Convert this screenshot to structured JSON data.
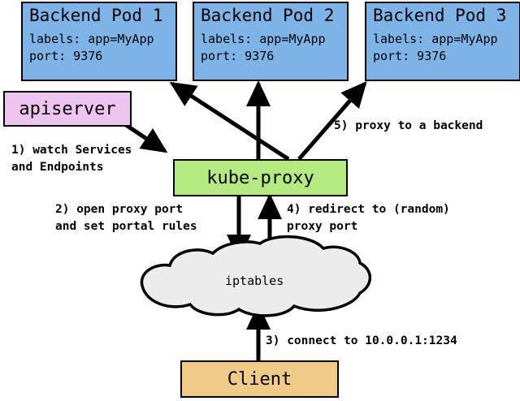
{
  "diagram": {
    "title": "kube-proxy service proxying flow",
    "colors": {
      "pod_fill": "#7eb3e8",
      "apiserver_fill": "#edc5f0",
      "kubeproxy_fill": "#b5ea82",
      "client_fill": "#f0ca87",
      "cloud_fill": "#ececec",
      "stroke": "#000000",
      "background": "#ffffff"
    },
    "pods": [
      {
        "name": "pod-1",
        "title": "Backend Pod 1",
        "labels_line": "labels: app=MyApp",
        "port_line": "port: 9376"
      },
      {
        "name": "pod-2",
        "title": "Backend Pod 2",
        "labels_line": "labels: app=MyApp",
        "port_line": "port: 9376"
      },
      {
        "name": "pod-3",
        "title": "Backend Pod 3",
        "labels_line": "labels: app=MyApp",
        "port_line": "port: 9376"
      }
    ],
    "apiserver": {
      "label": "apiserver"
    },
    "kubeproxy": {
      "label": "kube-proxy"
    },
    "iptables": {
      "label": "iptables"
    },
    "client": {
      "label": "Client"
    },
    "steps": [
      {
        "id": "step-1",
        "line1": "1) watch Services",
        "line2": "and Endpoints"
      },
      {
        "id": "step-2",
        "line1": "2) open proxy port",
        "line2": "and set portal rules"
      },
      {
        "id": "step-3",
        "line1": "3) connect to 10.0.0.1:1234",
        "line2": ""
      },
      {
        "id": "step-4",
        "line1": "4) redirect to (random)",
        "line2": "proxy port"
      },
      {
        "id": "step-5",
        "line1": "5) proxy to a backend",
        "line2": ""
      }
    ]
  }
}
